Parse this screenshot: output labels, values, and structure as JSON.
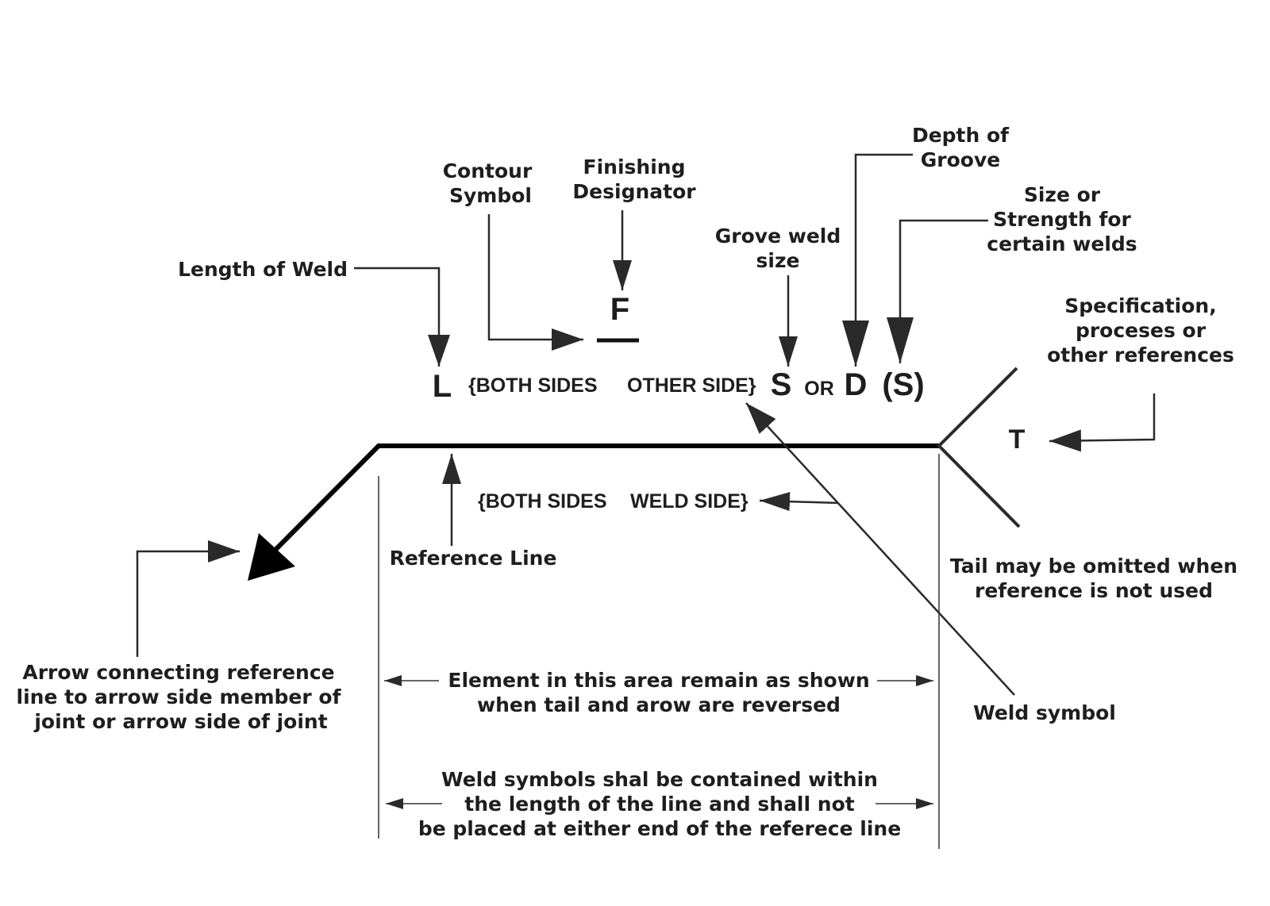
{
  "labels": {
    "contour_symbol": [
      "Contour",
      "Symbol"
    ],
    "finishing_designator": [
      "Finishing",
      "Designator"
    ],
    "depth_of_groove": [
      "Depth of",
      "Groove"
    ],
    "size_or_strength": [
      "Size or",
      "Strength for",
      "certain welds"
    ],
    "groove_weld_size": [
      "Grove weld",
      "size"
    ],
    "length_of_weld": "Length of Weld",
    "specification": [
      "Specification,",
      "proceses or",
      "other references"
    ],
    "reference_line": "Reference Line",
    "tail_note": [
      "Tail may be omitted when",
      "reference is not used"
    ],
    "arrow_note": [
      "Arrow connecting reference",
      "line to arrow side member of",
      "joint or arrow side of joint"
    ],
    "element_note": [
      "Element in this area remain as shown",
      "when  tail and arow are reversed"
    ],
    "weld_symbol": "Weld symbol",
    "contained_note": [
      "Weld symbols shal be contained within",
      "the length of the  line and shall not",
      "be placed at either end of the referece line"
    ]
  },
  "symbols": {
    "finish": "F",
    "length": "L",
    "both_sides_top": "{BOTH SIDES",
    "other_side": "OTHER SIDE}",
    "size": "S",
    "or": "OR",
    "depth": "D",
    "strength": "(S)",
    "tail": "T",
    "both_sides_bottom": "{BOTH SIDES",
    "weld_side": "WELD SIDE}"
  },
  "colors": {
    "line": "#2a2a2a",
    "text": "#1e1e1e"
  }
}
